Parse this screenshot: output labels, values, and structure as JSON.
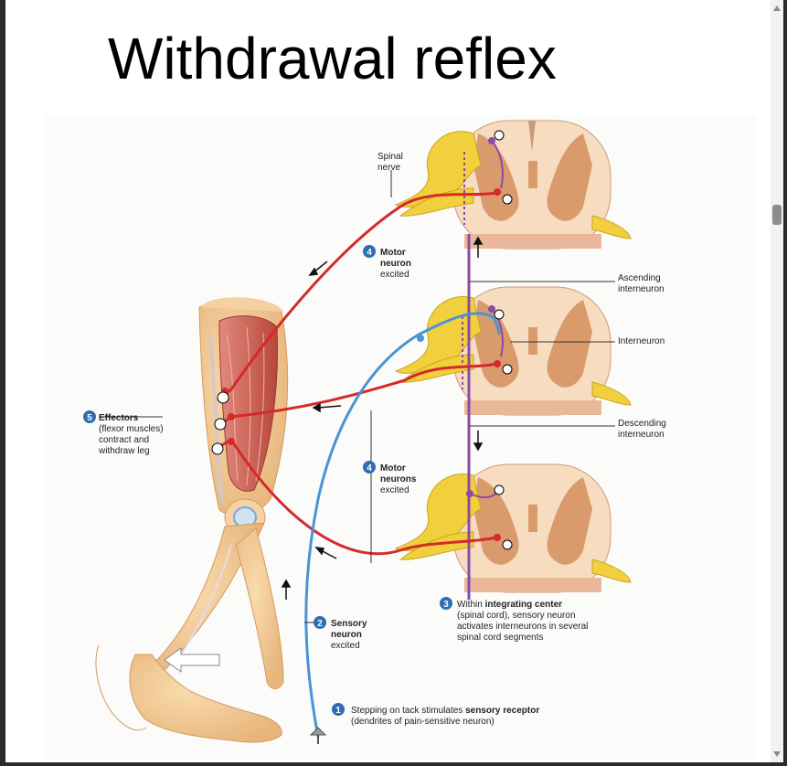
{
  "title": "Withdrawal reflex",
  "labels": {
    "spinal_nerve": [
      "Spinal",
      "nerve"
    ],
    "ascending_interneuron": [
      "Ascending",
      "interneuron"
    ],
    "interneuron": "Interneuron",
    "descending_interneuron": [
      "Descending",
      "interneuron"
    ]
  },
  "steps": {
    "step1": {
      "num": "1",
      "pre": "Stepping on tack stimulates ",
      "bold": "sensory receptor",
      "line2": "(dendrites of pain-sensitive neuron)"
    },
    "step2": {
      "num": "2",
      "lines": [
        "Sensory",
        "neuron"
      ],
      "sub": "excited"
    },
    "step3": {
      "num": "3",
      "pre": "Within ",
      "bold": "integrating center",
      "lines": [
        "(spinal cord), sensory neuron",
        "activates interneurons in several",
        "spinal cord segments"
      ]
    },
    "step4a": {
      "num": "4",
      "lines": [
        "Motor",
        "neuron"
      ],
      "sub": "excited"
    },
    "step4b": {
      "num": "4",
      "lines": [
        "Motor",
        "neurons"
      ],
      "sub": "excited"
    },
    "step5": {
      "num": "5",
      "bold": "Effectors",
      "lines": [
        "(flexor muscles)",
        "contract and",
        "withdraw leg"
      ]
    }
  },
  "colors": {
    "motor": "#d42a2a",
    "sensory": "#4a94d4",
    "interneuron": "#8b4aa3",
    "nerve": "#f2cf3c",
    "cord": "#f7dcc0",
    "grey_matter": "#d99a6c",
    "badge": "#2f6db3",
    "skin": "#f2c98f",
    "muscle": "#c9564a"
  }
}
